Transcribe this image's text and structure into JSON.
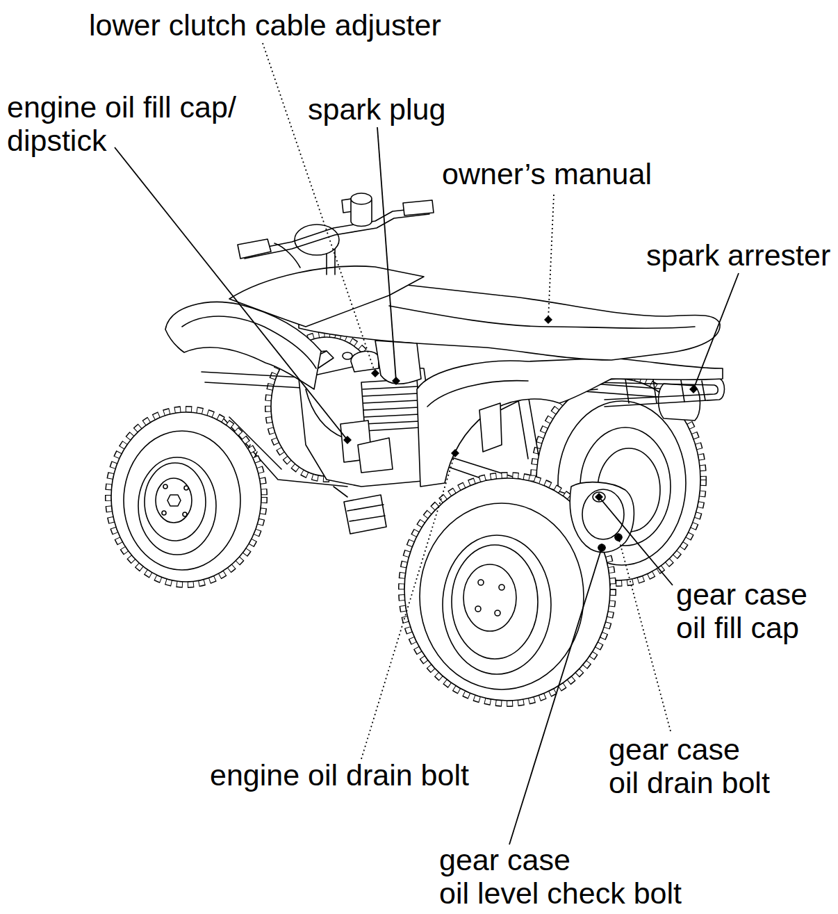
{
  "diagram": {
    "labels": [
      "lower clutch cable adjuster",
      "engine oil fill cap/ dipstick",
      "spark plug",
      "owner’s manual",
      "spark arrester",
      "gear case oil fill cap",
      "gear case oil drain bolt",
      "engine oil drain bolt",
      "gear case oil level check bolt"
    ]
  }
}
